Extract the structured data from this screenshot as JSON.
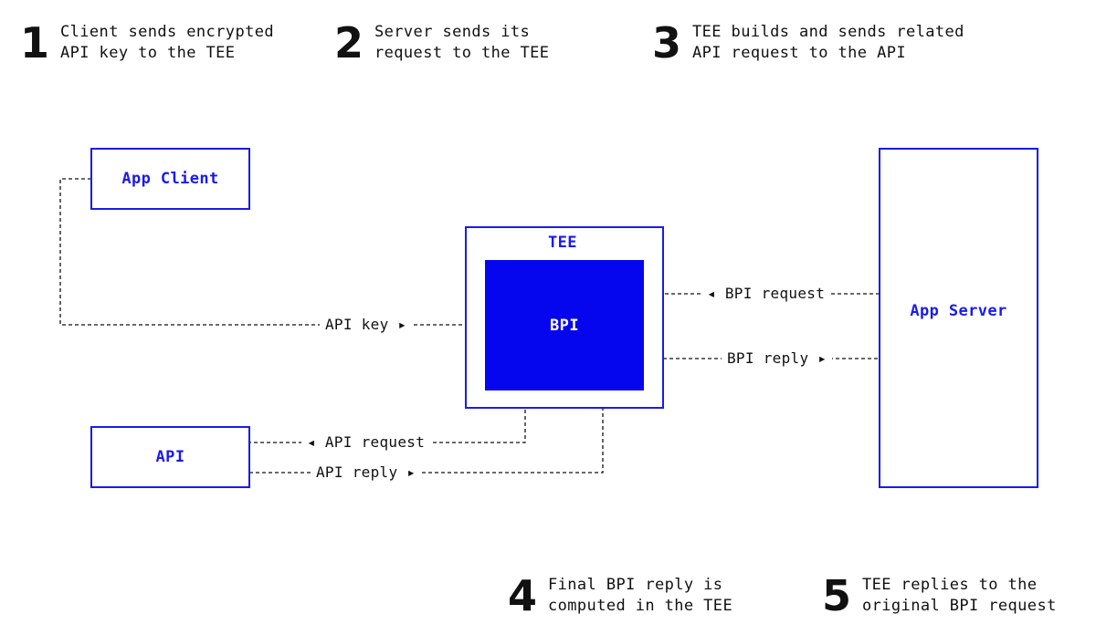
{
  "steps": [
    {
      "num": "1",
      "line1": "Client sends encrypted",
      "line2": "API key to the TEE"
    },
    {
      "num": "2",
      "line1": "Server sends its",
      "line2": "request to the TEE"
    },
    {
      "num": "3",
      "line1": "TEE builds and sends related",
      "line2": "API request to the API"
    },
    {
      "num": "4",
      "line1": "Final BPI reply is",
      "line2": "computed in the TEE"
    },
    {
      "num": "5",
      "line1": "TEE replies to the",
      "line2": "original BPI request"
    }
  ],
  "nodes": {
    "app_client": "App Client",
    "tee": "TEE",
    "bpi": "BPI",
    "api": "API",
    "app_server": "App Server"
  },
  "connections": {
    "api_key": "API key ▸",
    "bpi_request": "◂ BPI request",
    "bpi_reply": "BPI reply ▸",
    "api_request": "◂ API request",
    "api_reply": "API reply ▸"
  },
  "colors": {
    "accent": "#1a1aee",
    "bpi_fill": "#0505ee"
  }
}
